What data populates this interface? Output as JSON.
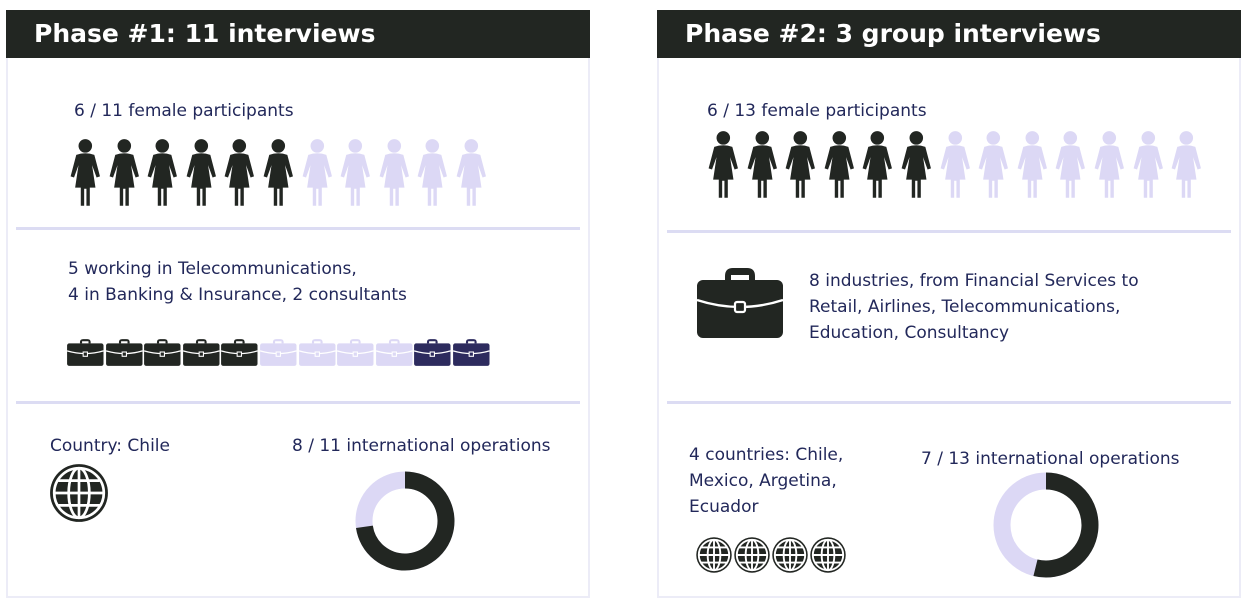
{
  "colors": {
    "dark": "#222622",
    "light": "#dcd8f5",
    "navy": "#2d2b5e",
    "text": "#22285a"
  },
  "phase1": {
    "title": "Phase #1: 11 interviews",
    "female_text": "6 / 11 female participants",
    "female": {
      "filled": 6,
      "total": 11
    },
    "work_line1": "5 working in Telecommunications,",
    "work_line2": "4 in Banking & Insurance, 2 consultants",
    "briefcases": {
      "telecom": 5,
      "banking": 4,
      "consultants": 2
    },
    "country_text": "Country: Chile",
    "globe_icon": "globe-icon",
    "intl_text": "8 / 11 international operations",
    "intl": {
      "value": 8,
      "total": 11
    }
  },
  "phase2": {
    "title": "Phase #2: 3 group interviews",
    "female_text": "6 / 13 female participants",
    "female": {
      "filled": 6,
      "total": 13
    },
    "ind_line1": "8 industries, from Financial Services to",
    "ind_line2": "Retail, Airlines, Telecommunications,",
    "ind_line3": "Education, Consultancy",
    "briefcase_icon": "briefcase-icon",
    "country_line1": "4 countries: Chile,",
    "country_line2": "Mexico, Argetina,",
    "country_line3": "Ecuador",
    "globes": 4,
    "intl_text": "7 / 13 international operations",
    "intl": {
      "value": 7,
      "total": 13
    }
  }
}
